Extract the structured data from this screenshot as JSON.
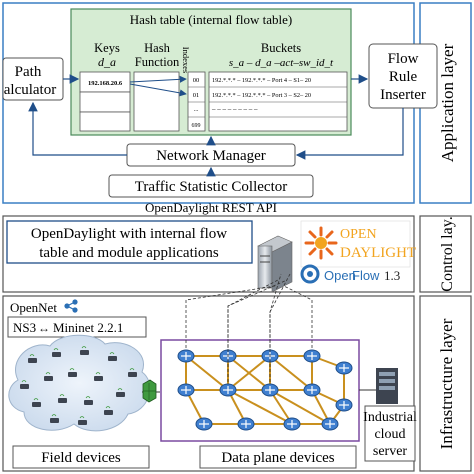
{
  "layers": {
    "application": "Application layer",
    "control": "Control lay.",
    "infrastructure": "Infrastructure layer"
  },
  "hash_table": {
    "title": "Hash table (internal flow table)",
    "keys_header": "Keys",
    "keys_sub": "d_a",
    "hash_header_1": "Hash",
    "hash_header_2": "Function",
    "indexes_header": "Indexes",
    "buckets_header": "Buckets",
    "buckets_sub": "s_a – d_a –act–sw_id_t",
    "key_value": "192.168.20.6",
    "rows": [
      {
        "index": "00",
        "bucket": "192.*.*.* – 192.*.*.* – Port 4 – S1– 20"
      },
      {
        "index": "01",
        "bucket": "192.*.*.* – 192.*.*.* – Port 3 – S2– 20"
      },
      {
        "index": "...",
        "bucket": "–   –   –   –   –   –   –   –   –"
      },
      {
        "index": "699",
        "bucket": ""
      }
    ]
  },
  "components": {
    "path_calculator_1": "Path",
    "path_calculator_2": "alculator",
    "flow_rule_1": "Flow",
    "flow_rule_2": "Rule",
    "flow_rule_3": "Inserter",
    "network_manager": "Network Manager",
    "traffic_collector": "Traffic Statistic Collector",
    "rest_api": "OpenDaylight REST API",
    "odl_app_1": "OpenDaylight with internal flow",
    "odl_app_2": "table and  module applications"
  },
  "logos": {
    "opendaylight_1": "OPEN",
    "opendaylight_2": "DAYLIGHT",
    "openflow_a": "Open",
    "openflow_b": "Flow",
    "openflow_version": "1.3",
    "opennet": "OpenNet",
    "ns3_mininet_a": "NS3",
    "ns3_mininet_b": "Mininet 2.2.1"
  },
  "labels": {
    "field_devices": "Field devices",
    "data_plane": "Data plane devices",
    "cloud_1": "Industrial",
    "cloud_2": "cloud",
    "cloud_3": "server"
  },
  "colors": {
    "frame_blue": "#3a7fc4",
    "table_green": "#d6ecd3",
    "table_border": "#4a8a5a",
    "purple": "#7a4aa0",
    "router_blue": "#3f7fd0",
    "link_orange": "#c9901e",
    "odl_orange": "#f2a41f",
    "openflow_blue": "#2a6fb5"
  }
}
